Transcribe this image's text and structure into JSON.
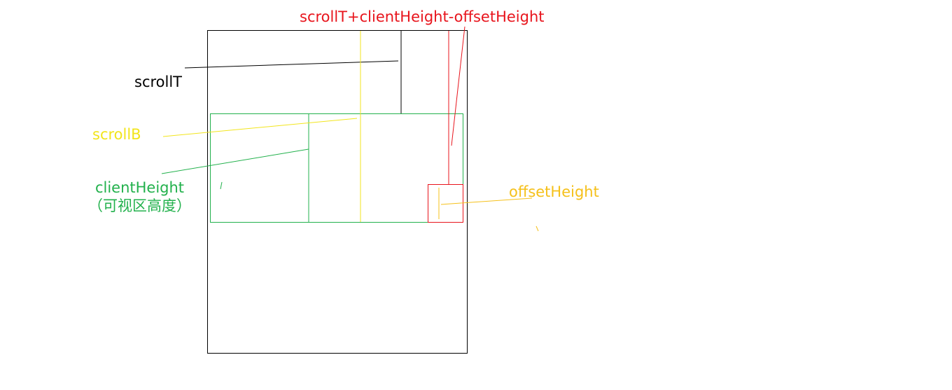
{
  "labels": {
    "formula": "scrollT+clientHeight-offsetHeight",
    "scroll_top": "scrollT",
    "scroll_bottom": "scrollB",
    "client_height": "clientHeight",
    "client_height_note": "（可视区高度）",
    "offset_height": "offsetHeight"
  },
  "colors": {
    "outline": "#000000",
    "scroll_bottom": "#f2e51c",
    "client_height": "#22b14c",
    "formula": "#e8141c",
    "offset_height": "#f5c01a"
  }
}
